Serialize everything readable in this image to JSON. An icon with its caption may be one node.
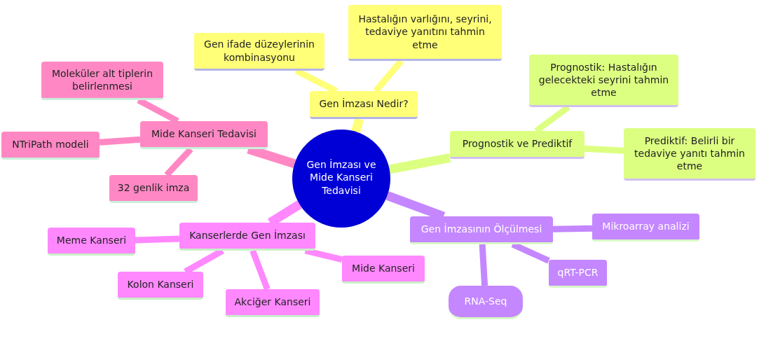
{
  "diagram": {
    "nodes": [
      {
        "text": [
          "Gen İmzası ve Mide Kanseri Tedavisi"
        ]
      },
      {
        "text": [
          "Gen İmzası Nedir?"
        ]
      },
      {
        "text": [
          "Gen ifade düzeylerinin kombinasyonu"
        ]
      },
      {
        "text": [
          "Hastalığın varlığını, seyrini, tedaviye yanıtını tahmin etme"
        ]
      },
      {
        "text": [
          "Mide Kanseri Tedavisi"
        ]
      },
      {
        "text": [
          "Moleküler alt tiplerin belirlenmesi"
        ]
      },
      {
        "text": [
          "NTriPath modeli"
        ]
      },
      {
        "text": [
          "32 genlik imza"
        ]
      },
      {
        "text": [
          "Prognostik ve Prediktif"
        ]
      },
      {
        "text": [
          "Prognostik: Hastalığın gelecekteki seyrini tahmin etme"
        ]
      },
      {
        "text": [
          "Prediktif: Belirli bir tedaviye yanıtı tahmin etme"
        ]
      },
      {
        "text": [
          "Kanserlerde Gen İmzası"
        ]
      },
      {
        "text": [
          "Meme Kanseri"
        ]
      },
      {
        "text": [
          "Kolon Kanseri"
        ]
      },
      {
        "text": [
          "Akciğer Kanseri"
        ]
      },
      {
        "text": [
          "Mide Kanseri"
        ]
      },
      {
        "text": [
          "Gen İmzasının Ölçülmesi"
        ]
      },
      {
        "text": [
          "Mikroarray analizi"
        ]
      },
      {
        "text": [
          "qRT-PCR"
        ]
      },
      {
        "text": [
          "RNA-Seq"
        ]
      }
    ],
    "edges": [
      {
        "from": 0,
        "to": 1,
        "arrow": "none",
        "color": "#ffff78"
      },
      {
        "from": 1,
        "to": 2,
        "arrow": "none",
        "color": "#ffff78"
      },
      {
        "from": 1,
        "to": 3,
        "arrow": "none",
        "color": "#ffff78"
      },
      {
        "from": 0,
        "to": 4,
        "arrow": "none",
        "color": "#ff88c4"
      },
      {
        "from": 4,
        "to": 5,
        "arrow": "none",
        "color": "#ff88c4"
      },
      {
        "from": 4,
        "to": 6,
        "arrow": "none",
        "color": "#ff88c4"
      },
      {
        "from": 4,
        "to": 7,
        "arrow": "none",
        "color": "#ff88c4"
      },
      {
        "from": 0,
        "to": 8,
        "arrow": "none",
        "color": "#dcff82"
      },
      {
        "from": 8,
        "to": 9,
        "arrow": "none",
        "color": "#dcff82"
      },
      {
        "from": 8,
        "to": 10,
        "arrow": "none",
        "color": "#dcff82"
      },
      {
        "from": 0,
        "to": 11,
        "arrow": "none",
        "color": "#ff88ff"
      },
      {
        "from": 11,
        "to": 12,
        "arrow": "none",
        "color": "#ff88ff"
      },
      {
        "from": 11,
        "to": 13,
        "arrow": "none",
        "color": "#ff88ff"
      },
      {
        "from": 11,
        "to": 14,
        "arrow": "none",
        "color": "#ff88ff"
      },
      {
        "from": 11,
        "to": 15,
        "arrow": "none",
        "color": "#ff88ff"
      },
      {
        "from": 0,
        "to": 16,
        "arrow": "none",
        "color": "#c487ff"
      },
      {
        "from": 16,
        "to": 17,
        "arrow": "none",
        "color": "#c487ff"
      },
      {
        "from": 16,
        "to": 18,
        "arrow": "none",
        "color": "#c487ff"
      },
      {
        "from": 16,
        "to": 19,
        "arrow": "none",
        "color": "#c487ff"
      }
    ]
  }
}
